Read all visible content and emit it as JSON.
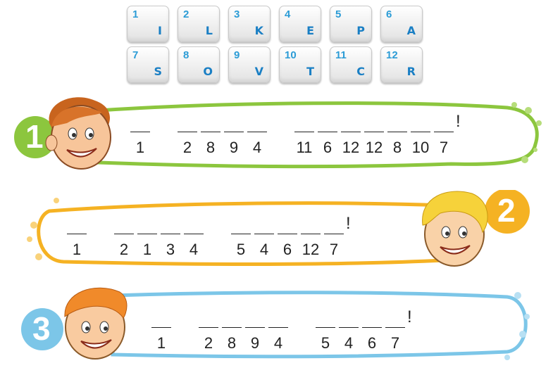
{
  "keys": [
    {
      "num": "1",
      "letter": "I"
    },
    {
      "num": "2",
      "letter": "L"
    },
    {
      "num": "3",
      "letter": "K"
    },
    {
      "num": "4",
      "letter": "E"
    },
    {
      "num": "5",
      "letter": "P"
    },
    {
      "num": "6",
      "letter": "A"
    },
    {
      "num": "7",
      "letter": "S"
    },
    {
      "num": "8",
      "letter": "O"
    },
    {
      "num": "9",
      "letter": "V"
    },
    {
      "num": "10",
      "letter": "T"
    },
    {
      "num": "11",
      "letter": "C"
    },
    {
      "num": "12",
      "letter": "R"
    }
  ],
  "puzzles": [
    {
      "badge": "1",
      "color": "#8cc63e",
      "words": [
        [
          "1"
        ],
        [
          "2",
          "8",
          "9",
          "4"
        ],
        [
          "11",
          "6",
          "12",
          "12",
          "8",
          "10",
          "7"
        ]
      ],
      "end": "!"
    },
    {
      "badge": "2",
      "color": "#f5b223",
      "words": [
        [
          "1"
        ],
        [
          "2",
          "1",
          "3",
          "4"
        ],
        [
          "5",
          "4",
          "6",
          "12",
          "7"
        ]
      ],
      "end": "!"
    },
    {
      "badge": "3",
      "color": "#7cc6e8",
      "words": [
        [
          "1"
        ],
        [
          "2",
          "8",
          "9",
          "4"
        ],
        [
          "5",
          "4",
          "6",
          "7"
        ]
      ],
      "end": "!"
    }
  ]
}
